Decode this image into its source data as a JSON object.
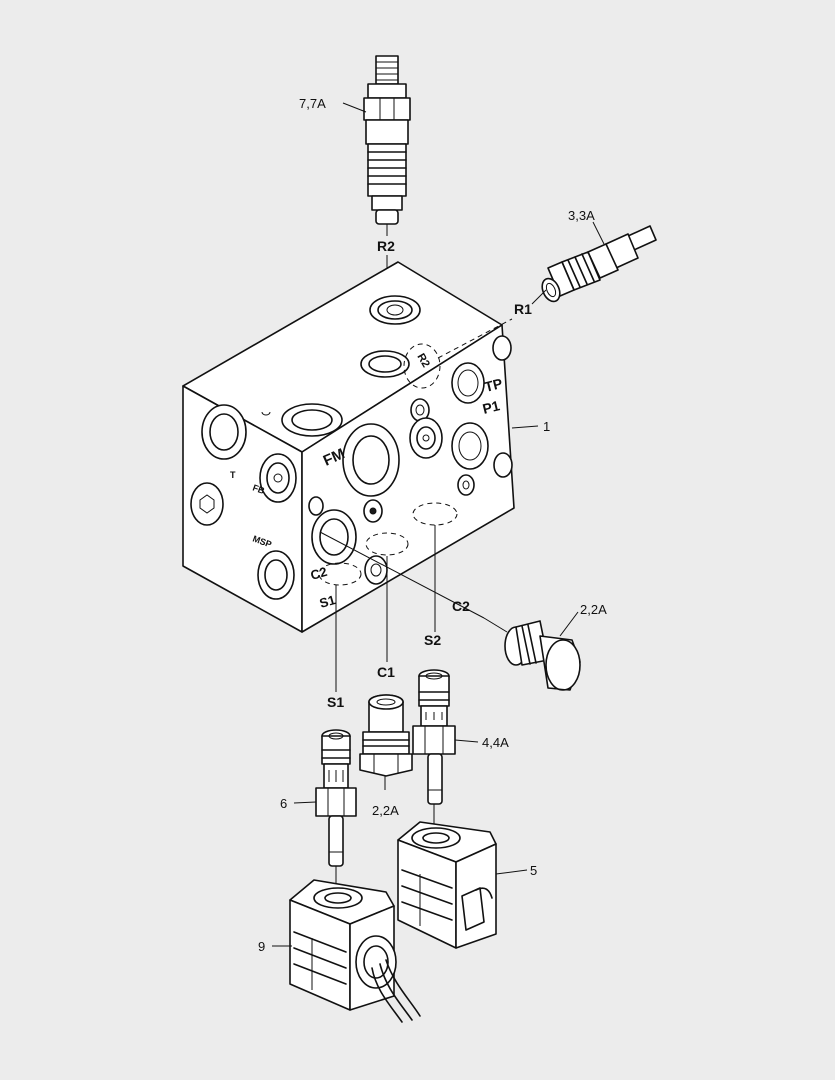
{
  "diagram": {
    "callouts": {
      "c77a": "7,7A",
      "c33a": "3,3A",
      "c1": "1",
      "c22a_right": "2,2A",
      "c44a": "4,4A",
      "c6": "6",
      "c22a_bottom": "2,2A",
      "c5": "5",
      "c9": "9"
    },
    "ports": {
      "r2": "R2",
      "r1": "R1",
      "c2": "C2",
      "s2": "S2",
      "c1": "C1",
      "s1": "S1"
    },
    "face_labels": {
      "fm": "FM",
      "tp": "TP",
      "p1": "P1",
      "t": "T",
      "fb": "FB",
      "msp": "MSP",
      "c2": "C2",
      "s1": "S1",
      "r2": "R2"
    }
  }
}
